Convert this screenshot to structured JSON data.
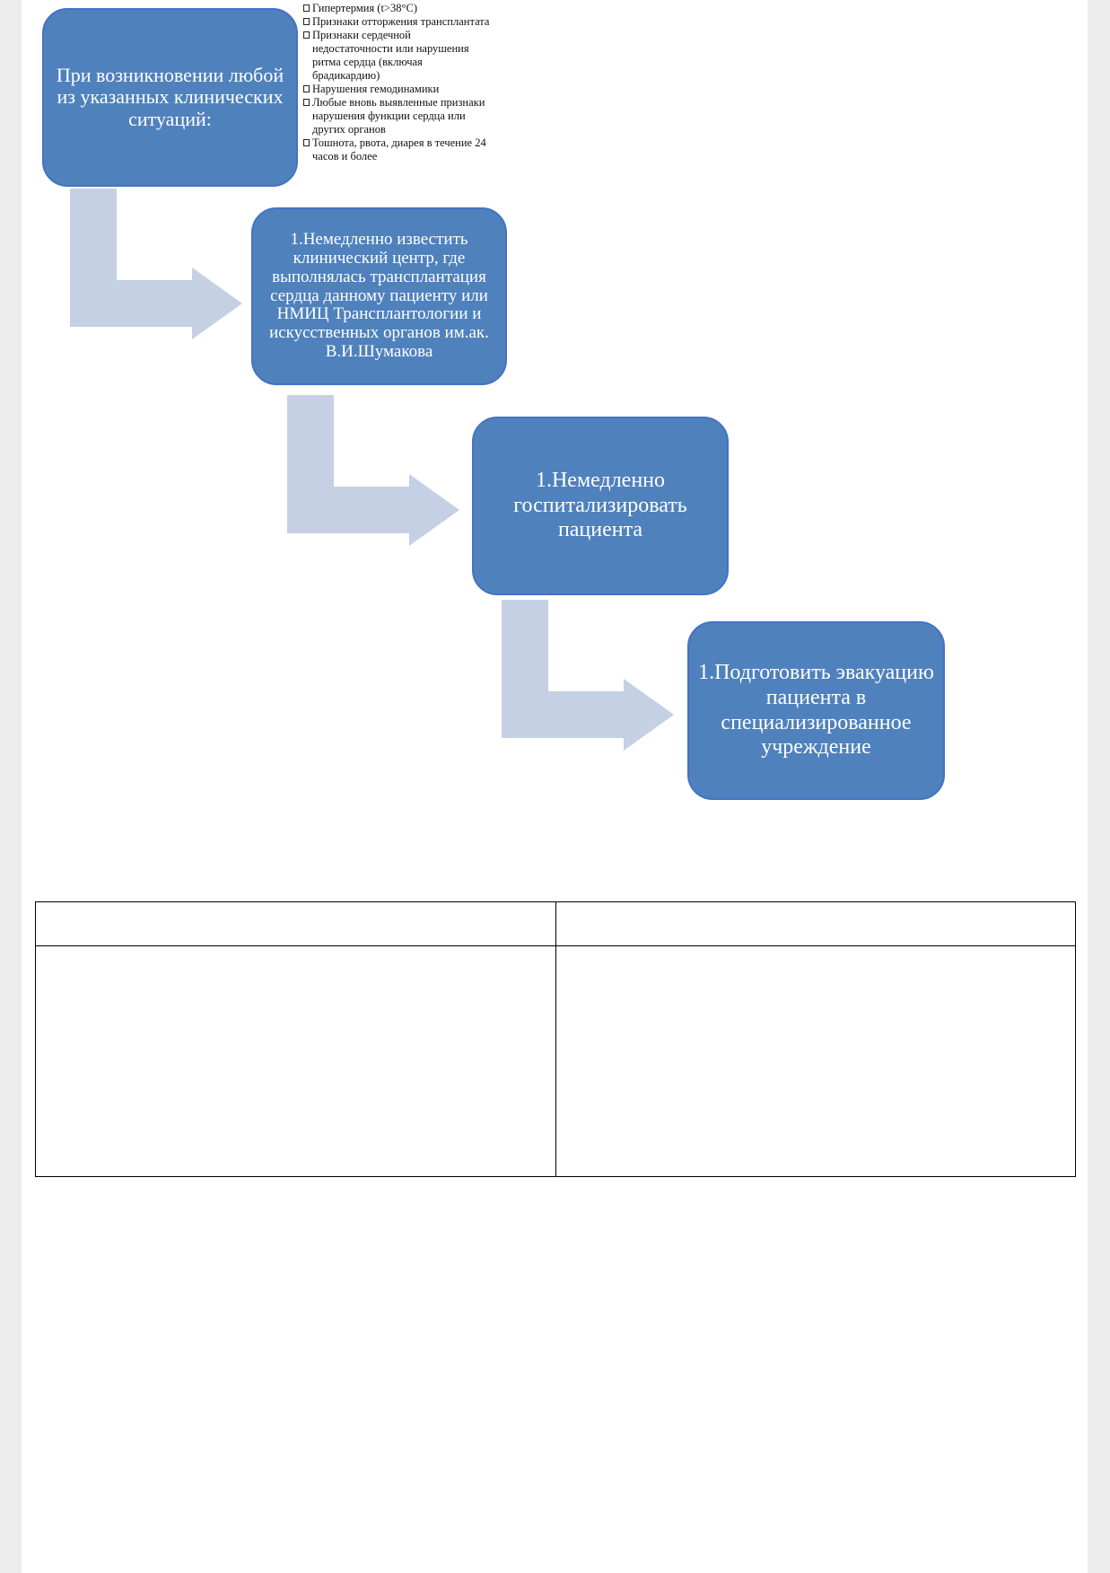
{
  "diagram": {
    "start_box": "При возникновении любой из указанных клинических ситуаций:",
    "conditions": [
      "Гипертермия (t>38°C)",
      "Признаки отторжения трансплантата",
      "Признаки сердечной недостаточности или нарушения ритма сердца (включая брадикардию)",
      "Нарушения гемодинамики",
      "Любые вновь выявленные признаки нарушения функции сердца или других органов",
      "Тошнота, рвота, диарея в течение 24 часов и более"
    ],
    "step1": "1.Немедленно известить клинический центр, где выполнялась трансплантация сердца данному пациенту или НМИЦ Трансплантологии и искусственных органов им.ак. В.И.Шумакова",
    "step2": "1.Немедленно госпитализировать пациента",
    "step3": "1.Подготовить эвакуацию пациента в специализированное учреждение",
    "colors": {
      "box_fill": "#4f81bd",
      "box_border": "#4472c4",
      "arrow_fill": "#c5d0e4",
      "box_text": "#ffffff"
    }
  },
  "table": {
    "rows": [
      [
        "",
        ""
      ],
      [
        "",
        ""
      ]
    ]
  }
}
